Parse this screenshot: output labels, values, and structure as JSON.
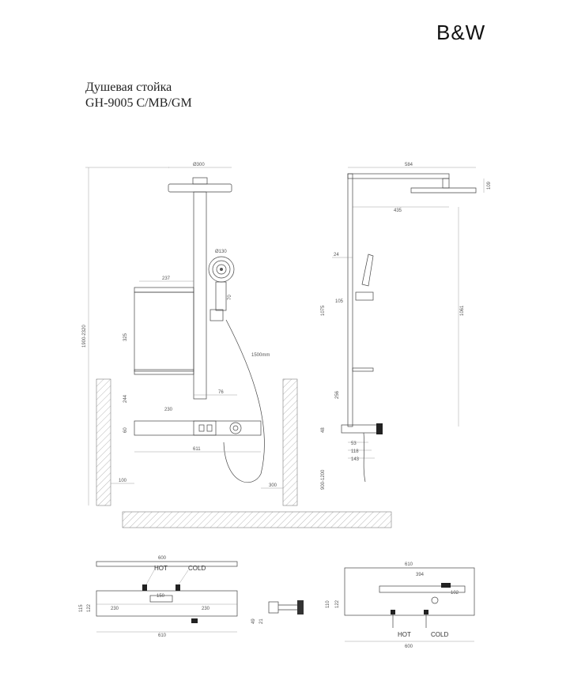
{
  "header": {
    "brand": "B&W",
    "title_line1": "Душевая стойка",
    "title_line2": "GH-9005 C/MB/GM"
  },
  "front_view": {
    "dims": [
      "Ø300",
      "Ø130",
      "237",
      "325",
      "244",
      "76",
      "611",
      "100",
      "60",
      "70",
      "230",
      "1900-2320",
      "300",
      "1500mm"
    ]
  },
  "side_view": {
    "dims": [
      "584",
      "435",
      "109",
      "24",
      "105",
      "1075",
      "1061",
      "256",
      "48",
      "53",
      "118",
      "143",
      "900-1200"
    ]
  },
  "bottom_left": {
    "dims": [
      "600",
      "230",
      "230",
      "150",
      "115",
      "122",
      "610"
    ],
    "hot_label": "HOT",
    "cold_label": "COLD"
  },
  "bottom_mid": {
    "dims": [
      "49",
      "21"
    ]
  },
  "bottom_right": {
    "dims": [
      "610",
      "394",
      "102",
      "110",
      "122",
      "600"
    ],
    "hot_label": "HOT",
    "cold_label": "COLD"
  }
}
